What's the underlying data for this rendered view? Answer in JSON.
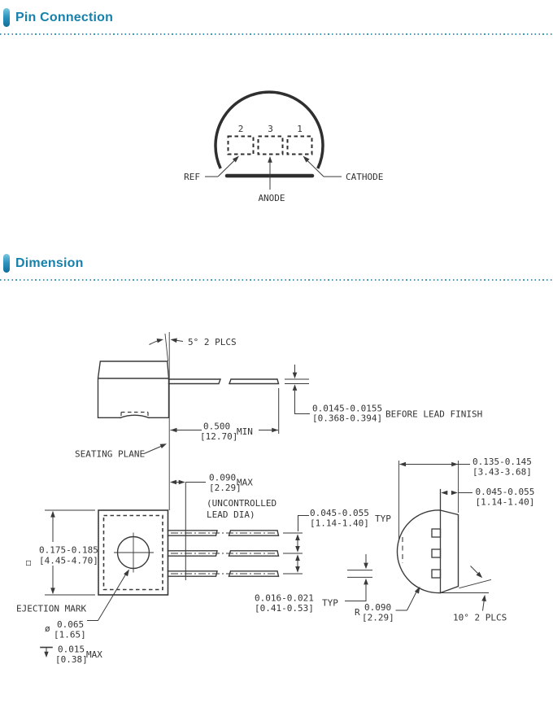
{
  "colors": {
    "accent": "#1581ac",
    "divider": "#4397b9",
    "line": "#3a3a3a"
  },
  "headers": {
    "pin_connection": "Pin Connection",
    "dimension": "Dimension"
  },
  "pin_diagram": {
    "pins": [
      {
        "number": "2",
        "label": "REF"
      },
      {
        "number": "3",
        "label": "ANODE"
      },
      {
        "number": "1",
        "label": "CATHODE"
      }
    ]
  },
  "dims": {
    "angle_top": "5° 2 PLCS",
    "thickness_in": "0.0145-0.0155",
    "thickness_mm": "[0.368-0.394]",
    "thickness_note": "BEFORE LEAD FINISH",
    "length_in": "0.500",
    "length_mm": "[12.70]",
    "length_qual": "MIN",
    "seating_plane": "SEATING PLANE",
    "dia_in": "0.090",
    "dia_mm": "[2.29]",
    "dia_qual": "MAX",
    "dia_note_1": "(UNCONTROLLED",
    "dia_note_2": "LEAD DIA)",
    "pitch_in": "0.045-0.055",
    "pitch_mm": "[1.14-1.40]",
    "pitch_qual": "TYP",
    "body_symbol": "□",
    "body_in": "0.175-0.185",
    "body_mm": "[4.45-4.70]",
    "ejection": "EJECTION MARK",
    "ej_dia_symbol": "ø",
    "ej_dia_in": "0.065",
    "ej_dia_mm": "[1.65]",
    "depth_in": "0.015",
    "depth_mm": "[0.38]",
    "depth_qual": "MAX",
    "width_in": "0.016-0.021",
    "width_mm": "[0.41-0.53]",
    "width_qual": "TYP",
    "height_in": "0.135-0.145",
    "height_mm": "[3.43-3.68]",
    "face_in": "0.045-0.055",
    "face_mm": "[1.14-1.40]",
    "radius_sym": "R",
    "radius_in": "0.090",
    "radius_mm": "[2.29]",
    "angle_side": "10° 2 PLCS"
  }
}
